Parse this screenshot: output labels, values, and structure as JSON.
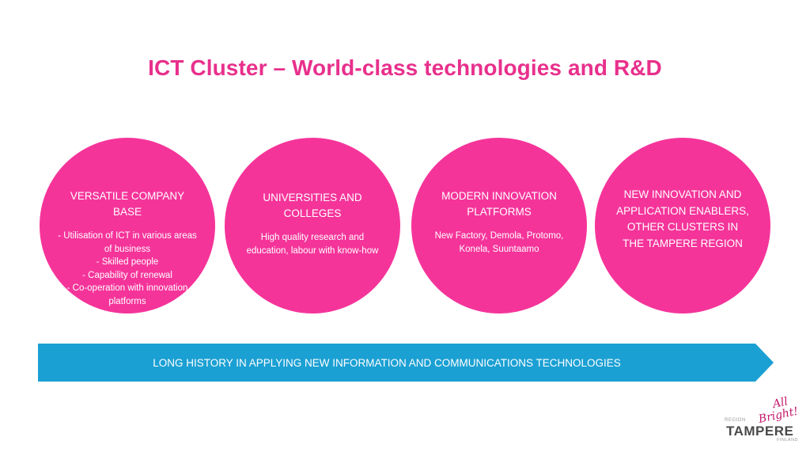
{
  "slide": {
    "title": "ICT Cluster – World-class technologies and R&D"
  },
  "circles": [
    {
      "heading": "VERSATILE COMPANY BASE",
      "body": [
        "- Utilisation of ICT in various areas of business",
        "- Skilled people",
        "- Capability of renewal",
        "- Co-operation with innovation platforms"
      ]
    },
    {
      "heading": "UNIVERSITIES AND COLLEGES",
      "body": [
        "High quality research and education, labour with know-how"
      ]
    },
    {
      "heading": "MODERN INNOVATION PLATFORMS",
      "body": [
        "New Factory, Demola, Protomo, Konela, Suuntaamo"
      ]
    },
    {
      "heading": "NEW INNOVATION AND APPLICATION ENABLERS, OTHER CLUSTERS IN THE TAMPERE REGION",
      "body": []
    }
  ],
  "banner": {
    "text": "LONG HISTORY IN APPLYING NEW INFORMATION AND COMMUNICATIONS TECHNOLOGIES"
  },
  "logo": {
    "region": "REGION",
    "name": "TAMPERE",
    "country": "FINLAND",
    "script_line1": "All",
    "script_line2": "Bright!"
  },
  "colors": {
    "title": "#e8308c",
    "circle_fill": "#f5349a",
    "banner_fill": "#1ba0d3",
    "logo_script": "#c4176c"
  }
}
